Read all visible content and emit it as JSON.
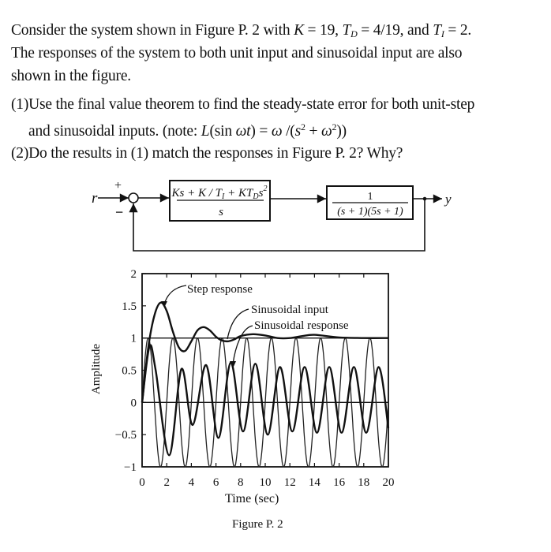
{
  "problem": {
    "intro_line1": {
      "pre": "Consider the system shown in Figure P. 2 with ",
      "K_sym": "K",
      "K_val": " = 19, ",
      "TD_sym": "T",
      "TD_sub": "D",
      "TD_val": " = 4/19, and ",
      "TI_sym": "T",
      "TI_sub": "I",
      "TI_val": " = 2."
    },
    "intro_line2": "The responses of the system to both unit input and sinusoidal input are also",
    "intro_line3": "shown in the figure.",
    "question1_line1": "(1)Use the final value theorem to find the steady-state error for both unit-step",
    "question1_line2_pre": "and sinusoidal inputs. (note:  ",
    "question1_note": {
      "L": "L",
      "open": "(sin ",
      "wt": "ωt",
      "close": ") = ",
      "w": "ω",
      "slash": " /(",
      "s": "s",
      "sq1": "2",
      "plus": " + ",
      "w2": "ω",
      "sq2": "2",
      "end": "))"
    },
    "question2": "(2)Do the results in  (1)  match the responses in Figure P. 2? Why?"
  },
  "block_diagram": {
    "input_label": "r",
    "output_label": "y",
    "plus_sign": "+",
    "minus_sign": "−",
    "controller": {
      "numerator": "Ks + K / T_I + KT_D s^2",
      "num_parts": [
        "Ks + K / T",
        "I",
        " + KT",
        "D",
        "s",
        "2"
      ],
      "denominator": "s"
    },
    "plant": {
      "numerator": "1",
      "denominator": "(s + 1)(5s + 1)"
    }
  },
  "figure_caption": "Figure P. 2",
  "chart_data": {
    "type": "line",
    "title": "",
    "xlabel": "Time (sec)",
    "ylabel": "Amplitude",
    "xlim": [
      0,
      20
    ],
    "ylim": [
      -1,
      2
    ],
    "x_ticks": [
      0,
      2,
      4,
      6,
      8,
      10,
      12,
      14,
      16,
      18,
      20
    ],
    "y_ticks": [
      -1,
      -0.5,
      0,
      0.5,
      1,
      1.5,
      2
    ],
    "y_tick_labels": [
      "−1",
      "−0.5",
      "0",
      "0.5",
      "1",
      "1.5",
      "2"
    ],
    "grid": false,
    "reference_lines": [
      0,
      1
    ],
    "annotations": [
      "Step response",
      "Sinusoidal input",
      "Sinusoidal response"
    ],
    "series": [
      {
        "name": "Step response",
        "x": [
          0,
          0.5,
          1,
          1.5,
          2,
          2.5,
          3,
          3.5,
          4,
          4.5,
          5,
          5.5,
          6,
          6.5,
          7,
          7.5,
          8,
          9,
          10,
          11,
          12,
          13,
          14,
          16,
          18,
          20
        ],
        "values": [
          0,
          0.85,
          1.35,
          1.55,
          1.42,
          1.1,
          0.85,
          0.8,
          0.95,
          1.12,
          1.17,
          1.12,
          1.02,
          0.96,
          0.95,
          0.98,
          1.03,
          1.06,
          1.04,
          1.0,
          1.0,
          1.03,
          1.05,
          1.01,
          1.0,
          1.0
        ]
      },
      {
        "name": "Sinusoidal input",
        "function": "sin(pi*t)",
        "amplitude": 1,
        "period": 2
      },
      {
        "name": "Sinusoidal response",
        "x": [
          0,
          0.6,
          1.1,
          2.2,
          3.2,
          4.1,
          5.2,
          6.2,
          7.2,
          8.2,
          9.2,
          10.2,
          11.2,
          12.2,
          13.2,
          14.2,
          15.2,
          16.2,
          17.2,
          18.2,
          19.2,
          20
        ],
        "values": [
          0,
          0.87,
          0.5,
          -0.82,
          0.52,
          -0.35,
          0.58,
          -0.55,
          0.62,
          -0.45,
          0.6,
          -0.5,
          0.55,
          -0.45,
          0.55,
          -0.47,
          0.55,
          -0.47,
          0.55,
          -0.47,
          0.55,
          -0.4
        ]
      }
    ]
  }
}
